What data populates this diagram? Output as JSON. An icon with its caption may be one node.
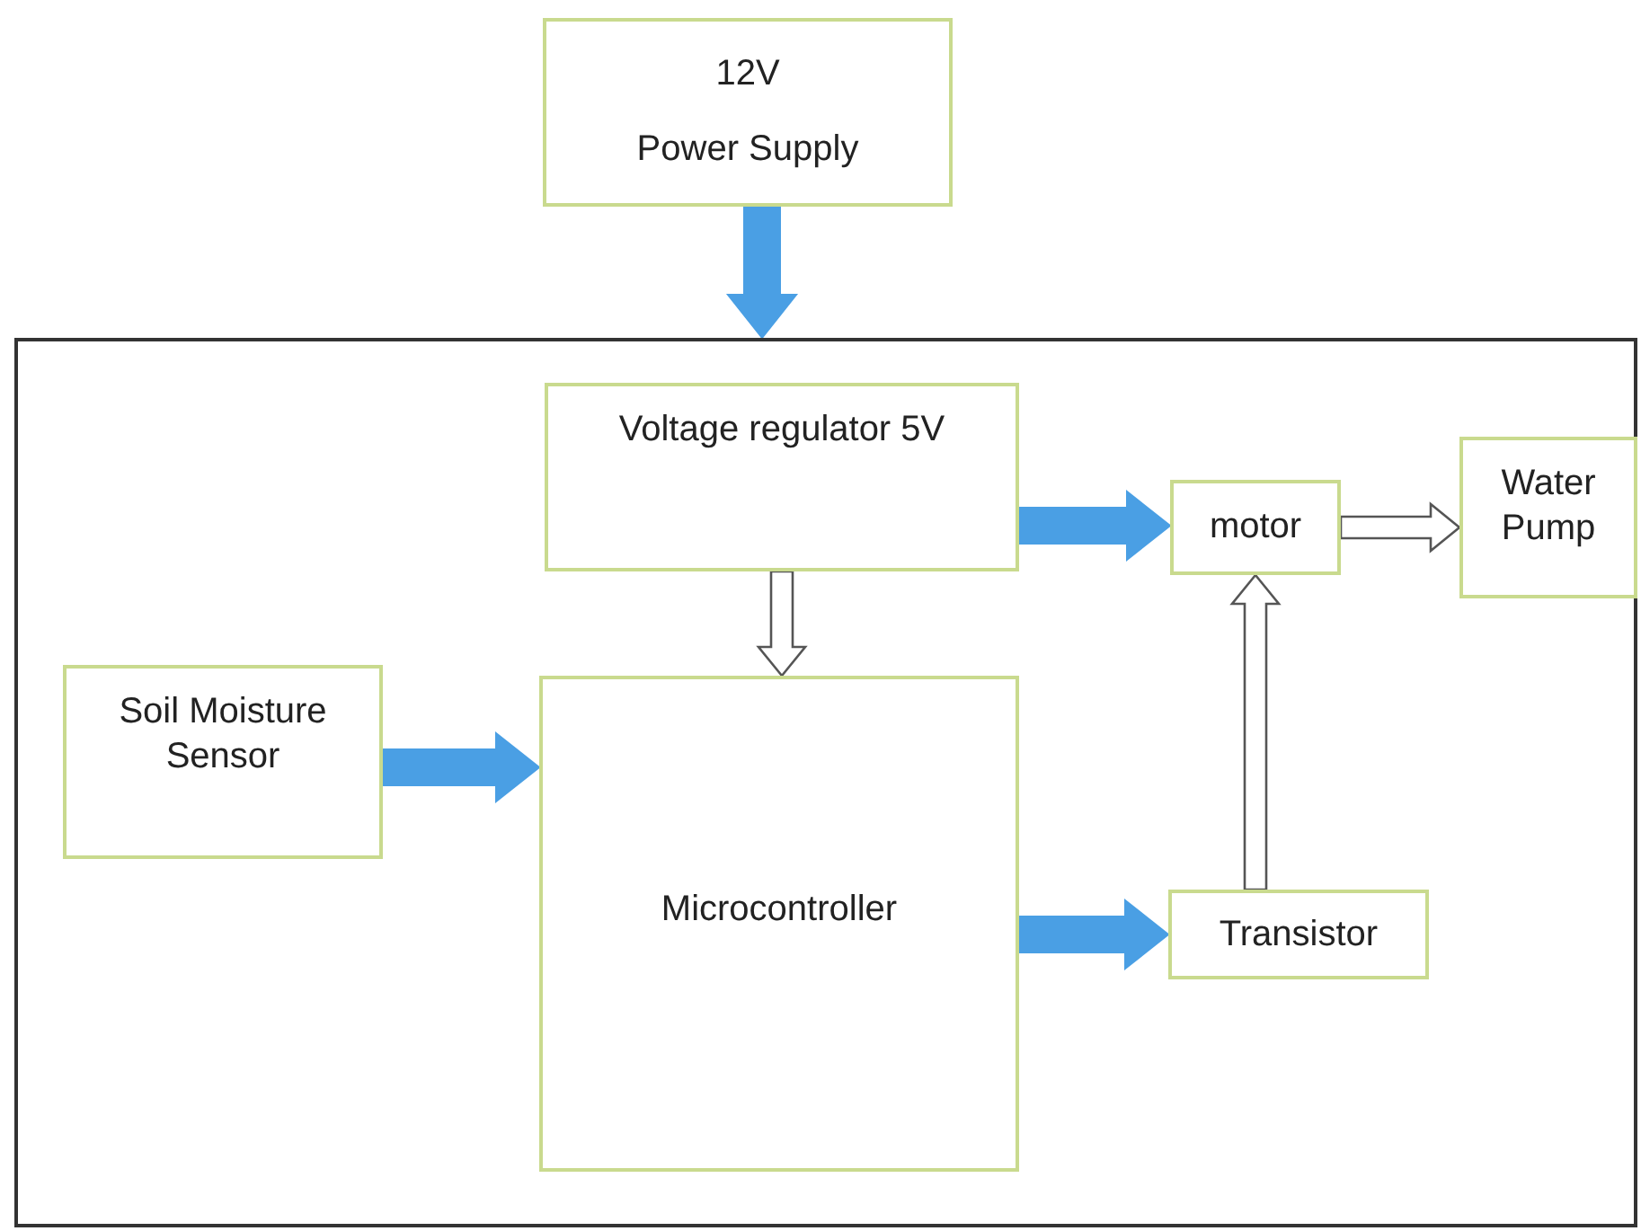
{
  "diagram": {
    "nodes": [
      {
        "text": [
          "12V",
          "Power Supply"
        ]
      },
      {
        "text": [],
        "shape": "box"
      },
      {
        "text": [
          "Voltage regulator 5V"
        ],
        "in": 1
      },
      {
        "text": [
          "motor"
        ],
        "in": 1
      },
      {
        "text": [
          "Water Pump"
        ],
        "in": 1
      },
      {
        "text": [
          "Soil Moisture Sensor"
        ],
        "in": 1
      },
      {
        "text": [
          "Microcontroller"
        ],
        "in": 1
      },
      {
        "text": [
          "Transistor"
        ],
        "in": 1
      }
    ],
    "edges": [
      {
        "from": 0,
        "to": 1,
        "arrow": "to",
        "style": "thick",
        "color": "#4a9fe4"
      },
      {
        "from": 2,
        "to": 3,
        "arrow": "to",
        "style": "thick",
        "color": "#4a9fe4"
      },
      {
        "from": 3,
        "to": 4,
        "arrow": "to"
      },
      {
        "from": 2,
        "to": 6,
        "arrow": "to"
      },
      {
        "from": 5,
        "to": 6,
        "arrow": "to",
        "style": "thick",
        "color": "#4a9fe4"
      },
      {
        "from": 6,
        "to": 7,
        "arrow": "to",
        "style": "thick",
        "color": "#4a9fe4"
      },
      {
        "from": 7,
        "to": 3,
        "arrow": "to"
      }
    ]
  }
}
